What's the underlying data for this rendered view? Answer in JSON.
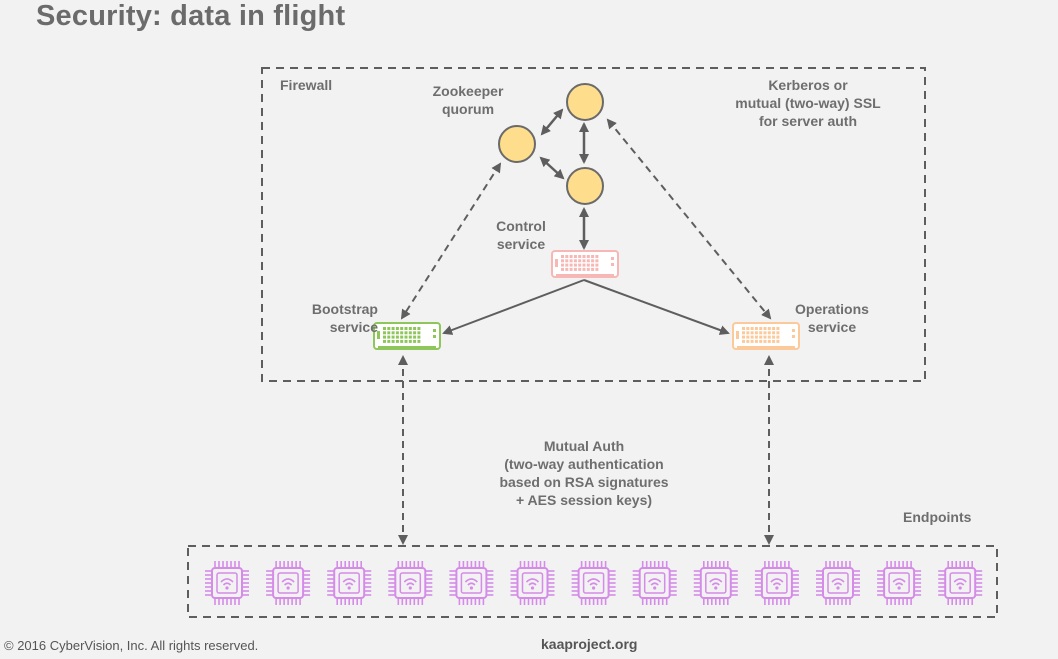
{
  "title": "Security: data in flight",
  "labels": {
    "firewall": "Firewall",
    "zookeeper_line1": "Zookeeper",
    "zookeeper_line2": "quorum",
    "kerberos_line1": "Kerberos or",
    "kerberos_line2": "mutual (two-way) SSL",
    "kerberos_line3": "for server auth",
    "control_line1": "Control",
    "control_line2": "service",
    "bootstrap_line1": "Bootstrap",
    "bootstrap_line2": "service",
    "operations_line1": "Operations",
    "operations_line2": "service",
    "mutual_line1": "Mutual Auth",
    "mutual_line2": "(two-way authentication",
    "mutual_line3": "based on RSA signatures",
    "mutual_line4": "+ AES session keys)",
    "endpoints": "Endpoints"
  },
  "footer": {
    "copyright": "© 2016 CyberVision, Inc. All rights reserved.",
    "site": "kaaproject.org"
  },
  "colors": {
    "zookeeper_node": "#fedd8c",
    "control_server": "#f7b7b4",
    "bootstrap_server": "#8fc65a",
    "operations_server": "#fbc99a",
    "endpoint_chip": "#d58be8",
    "arrow": "#5e5e5e"
  },
  "endpoint_count": 13
}
